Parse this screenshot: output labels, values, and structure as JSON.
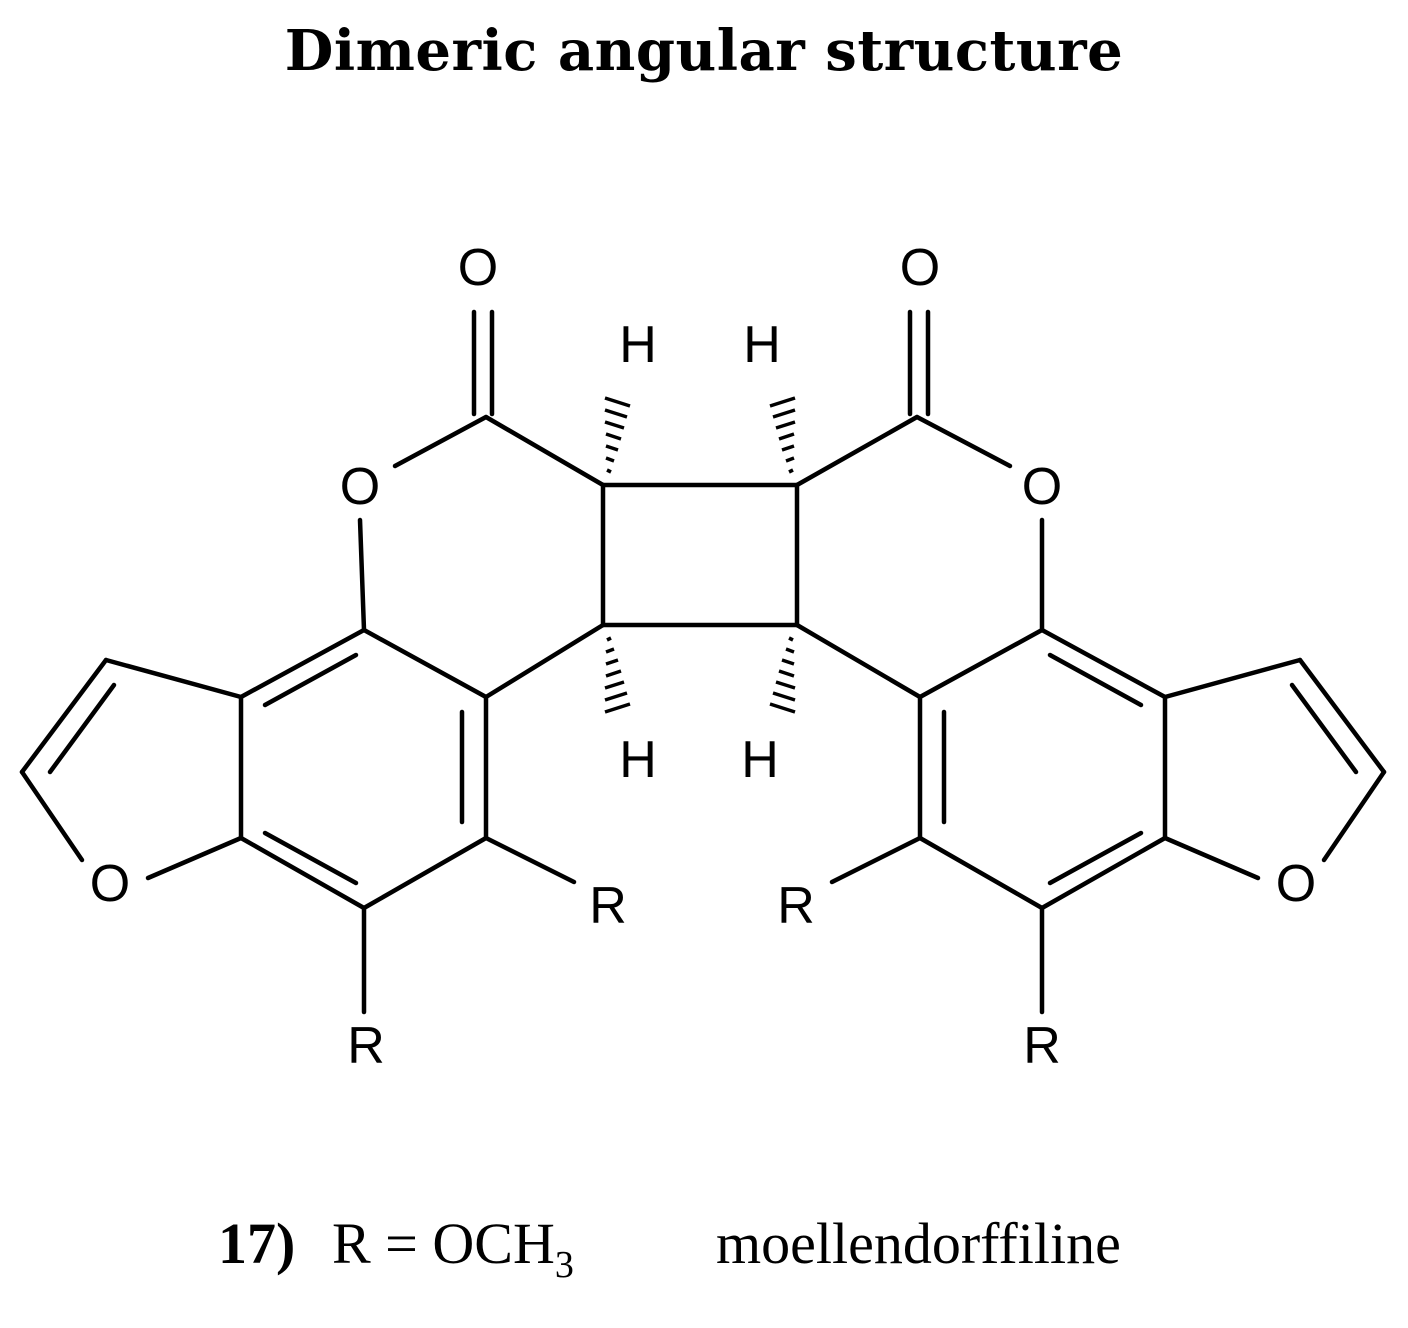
{
  "title": "Dimeric angular structure",
  "atoms": {
    "O": "O",
    "H": "H",
    "R": "R"
  },
  "caption": {
    "compound_number": "17)",
    "formula_prefix": "R = OCH",
    "formula_subscript": "3",
    "compound_name": "moellendorffiline"
  }
}
